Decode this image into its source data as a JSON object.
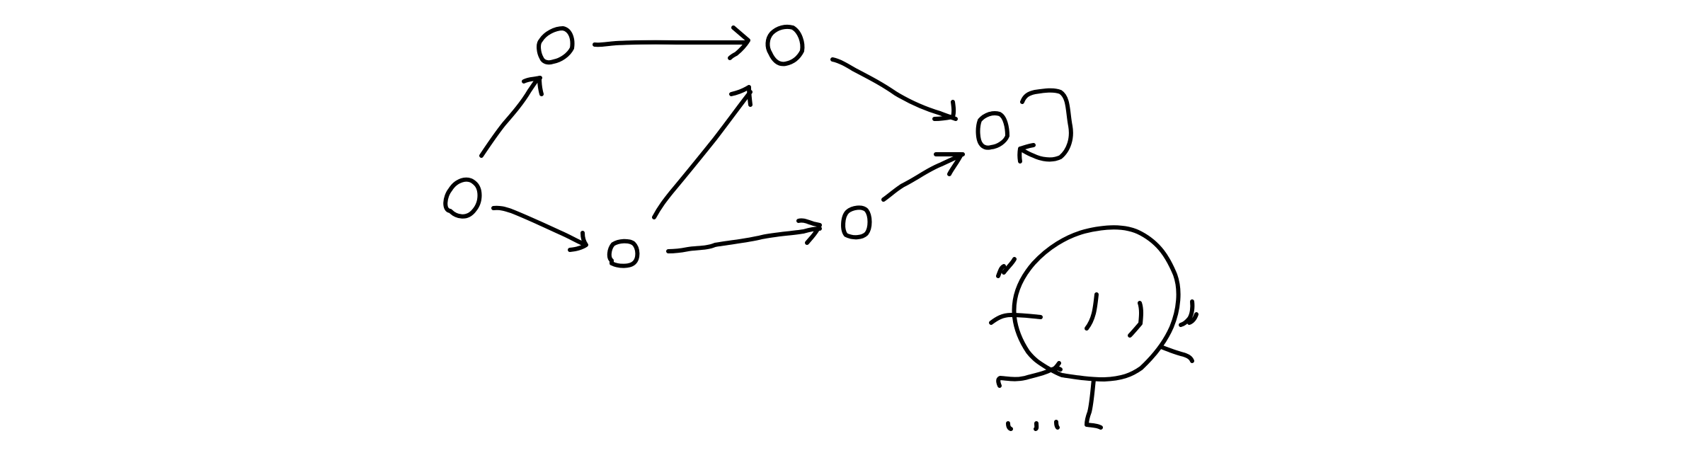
{
  "diagram": {
    "style": "hand-drawn sketch",
    "ink_color": "#000000",
    "background_color": "#ffffff",
    "nodes": [
      {
        "id": "n1"
      },
      {
        "id": "n2"
      },
      {
        "id": "n3"
      },
      {
        "id": "n4"
      },
      {
        "id": "n5"
      },
      {
        "id": "n6"
      }
    ],
    "edges": [
      {
        "from": "n1",
        "to": "n2"
      },
      {
        "from": "n1",
        "to": "n3"
      },
      {
        "from": "n2",
        "to": "n4"
      },
      {
        "from": "n3",
        "to": "n4"
      },
      {
        "from": "n3",
        "to": "n5"
      },
      {
        "from": "n4",
        "to": "n6"
      },
      {
        "from": "n5",
        "to": "n6"
      },
      {
        "from": "n6",
        "to": "n6",
        "type": "self-loop"
      }
    ],
    "doodle": {
      "subject": "cartoon-creature",
      "parts": [
        "head",
        "eyes",
        "cheek-marks",
        "arms",
        "body",
        "feet"
      ]
    }
  }
}
